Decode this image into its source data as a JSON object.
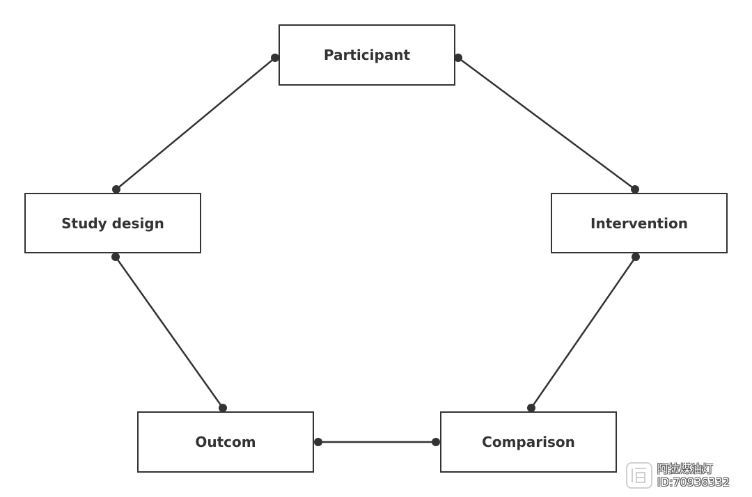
{
  "diagram": {
    "nodes": {
      "participant": "Participant",
      "study_design": "Study design",
      "intervention": "Intervention",
      "outcome": "Outcom",
      "comparison": "Comparison"
    },
    "edges": [
      [
        "participant",
        "study_design"
      ],
      [
        "participant",
        "intervention"
      ],
      [
        "study_design",
        "outcome"
      ],
      [
        "intervention",
        "comparison"
      ],
      [
        "outcome",
        "comparison"
      ]
    ],
    "line_color": "#333333"
  },
  "watermark": {
    "name": "阿拉煤油灯",
    "id": "ID:70936332"
  }
}
